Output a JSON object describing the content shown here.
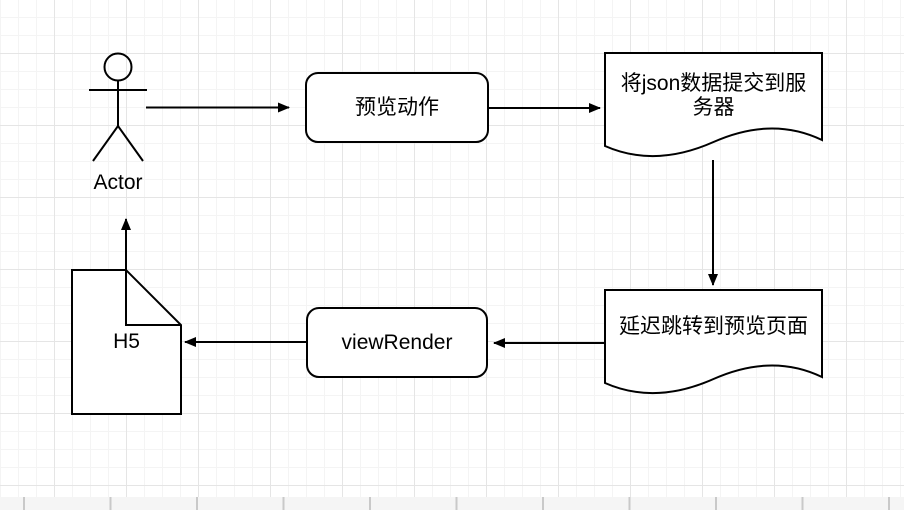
{
  "canvas": {
    "background_color": "#ffffff",
    "grid_minor_color": "#f4f4f4",
    "grid_major_color": "#e5e5e5",
    "shape_stroke_color": "#000000",
    "shape_fill_color": "#ffffff",
    "page_edge_color": "#f5f5f5"
  },
  "nodes": {
    "actor": {
      "label": "Actor"
    },
    "preview_action": {
      "label": "预览动作"
    },
    "submit_json": {
      "line1": "将json数据提交到服",
      "line2": "务器"
    },
    "delay_redirect": {
      "label": "延迟跳转到预览页面"
    },
    "view_render": {
      "label": "viewRender"
    },
    "h5": {
      "label": "H5"
    }
  }
}
